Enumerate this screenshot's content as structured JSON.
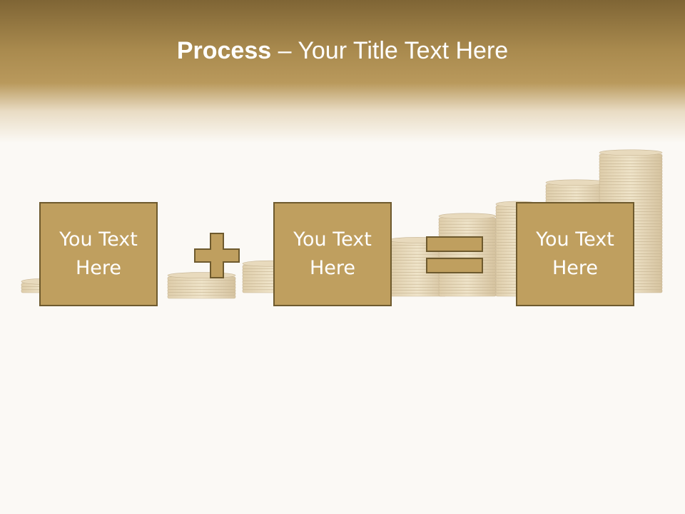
{
  "title": {
    "bold": "Process",
    "rest": " – Your Title Text Here"
  },
  "boxes": [
    {
      "text": "You Text Here"
    },
    {
      "text": "You Text Here"
    },
    {
      "text": "You Text Here"
    }
  ],
  "operators": [
    "plus",
    "equals"
  ],
  "colors": {
    "header_dark": "#7f6535",
    "header_light": "#b9995c",
    "box_fill": "#bf9f5f",
    "box_border": "#6e5a2e",
    "background": "#fbf9f5"
  }
}
